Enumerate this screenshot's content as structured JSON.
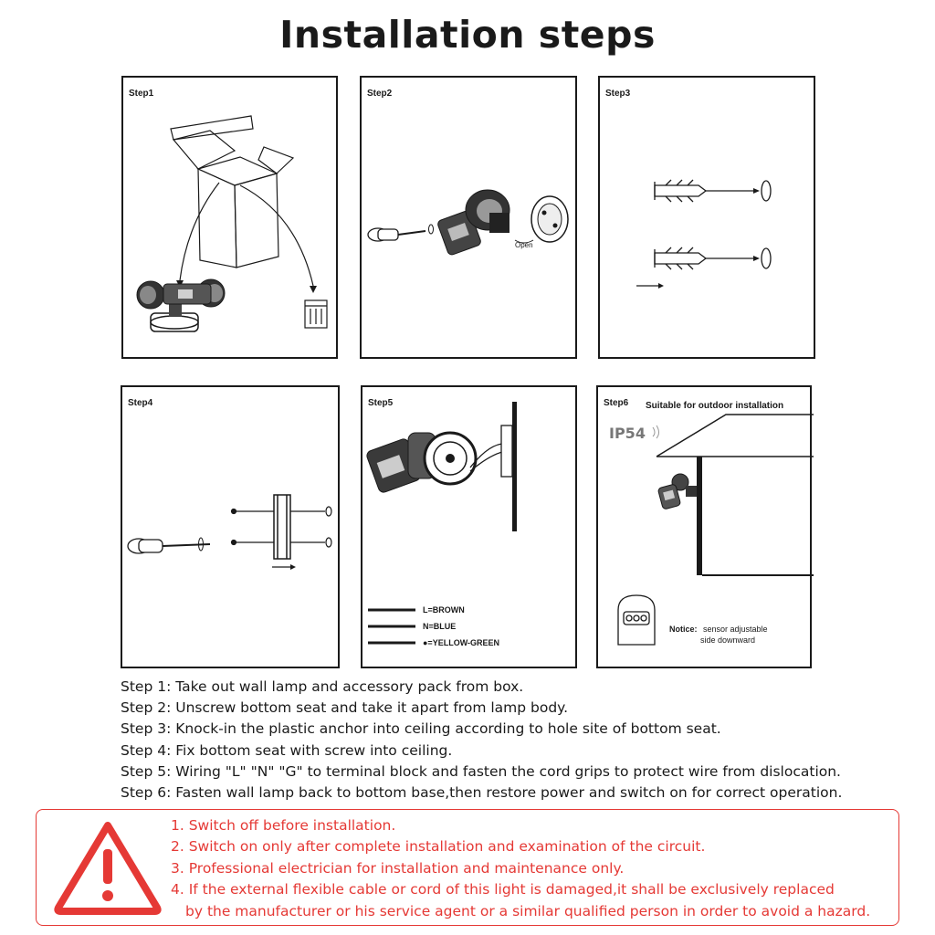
{
  "title": "Installation steps",
  "panels": {
    "p1": {
      "label": "Step1"
    },
    "p2": {
      "label": "Step2",
      "open_label": "Open"
    },
    "p3": {
      "label": "Step3"
    },
    "p4": {
      "label": "Step4"
    },
    "p5": {
      "label": "Step5",
      "wires": [
        "L=BROWN",
        "N=BLUE",
        "●=YELLOW-GREEN"
      ]
    },
    "p6": {
      "label": "Step6",
      "caption": "Suitable for outdoor installation",
      "ip_rating": "IP54",
      "notice_label": "Notice:",
      "notice_text_1": "sensor adjustable",
      "notice_text_2": "side downward"
    }
  },
  "steps": [
    "Step 1: Take out wall lamp and accessory pack from box.",
    "Step 2: Unscrew bottom seat and take it apart from lamp body.",
    "Step 3: Knock-in the plastic anchor into ceiling according to hole site of bottom seat.",
    "Step 4: Fix bottom seat with screw into ceiling.",
    "Step 5: Wiring \"L\" \"N\" \"G\" to terminal block and fasten the cord grips to protect wire from dislocation.",
    "Step 6: Fasten wall lamp back to bottom base,then restore power and switch on for correct operation."
  ],
  "warnings": {
    "line1": "1. Switch off before installation.",
    "line2": "2. Switch on only after complete installation and examination of the circuit.",
    "line3": "3. Professional electrician for installation and maintenance only.",
    "line4": "4. If the external flexible cable or cord of this light is damaged,it shall be exclusively replaced",
    "line4b": "by the manufacturer or his service agent or a similar qualified person in order to avoid a hazard."
  },
  "colors": {
    "warning_red": "#e53935",
    "ink": "#1a1a1a"
  },
  "icons": [
    "warning-triangle-icon"
  ]
}
